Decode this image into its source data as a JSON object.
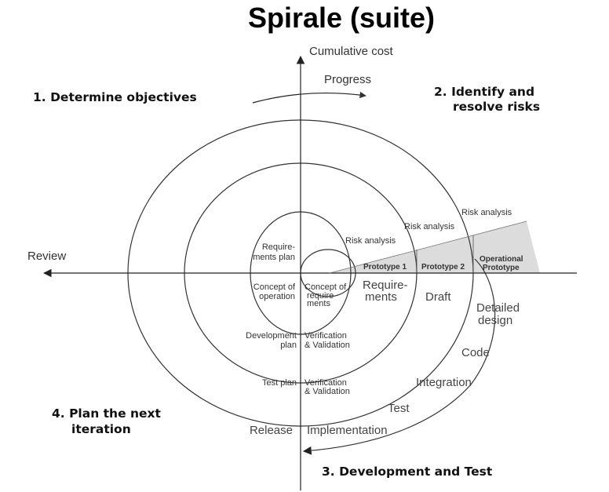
{
  "title": "Spirale (suite)",
  "quadrants": {
    "q1": "1. Determine objectives",
    "q2_line1": "2. Identify and",
    "q2_line2": "resolve risks",
    "q3": "3. Development and Test",
    "q4_line1": "4. Plan the next",
    "q4_line2": "iteration"
  },
  "axes": {
    "vertical": "Cumulative cost",
    "horizontal": "Review",
    "progress": "Progress"
  },
  "risk_analysis": [
    "Risk analysis",
    "Risk analysis",
    "Risk analysis"
  ],
  "prototypes": [
    "Prototype 1",
    "Prototype 2",
    "Operational",
    "Prototype"
  ],
  "left_plans": {
    "req_plan_1": "Require-",
    "req_plan_2": "ments plan",
    "concept_op_1": "Concept of",
    "concept_op_2": "operation",
    "dev_plan_1": "Development",
    "dev_plan_2": "plan",
    "test_plan": "Test plan",
    "release": "Release"
  },
  "center": {
    "concept_req_1": "Concept of",
    "concept_req_2": "require-",
    "concept_req_3": "ments",
    "vv1_1": "Verification",
    "vv1_2": "& Validation",
    "vv2_1": "Verification",
    "vv2_2": "& Validation",
    "implementation": "Implementation"
  },
  "right_steps": {
    "requirements_1": "Require-",
    "requirements_2": "ments",
    "draft": "Draft",
    "detailed_1": "Detailed",
    "detailed_2": "design",
    "code": "Code",
    "integration": "Integration",
    "test": "Test"
  }
}
